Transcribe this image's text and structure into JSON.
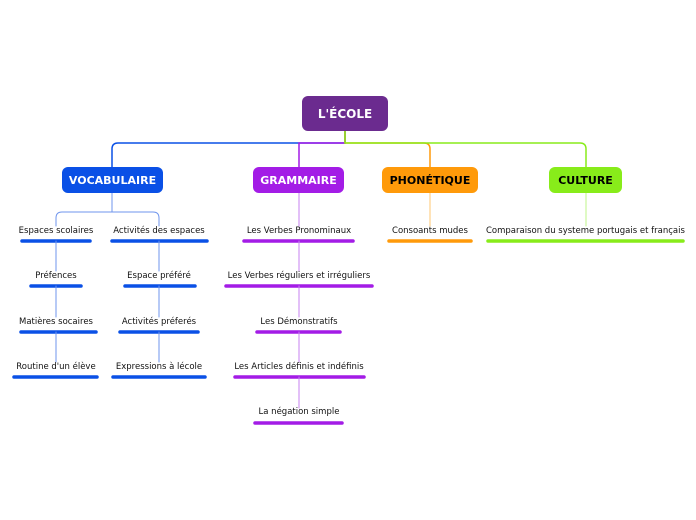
{
  "root": {
    "label": "L'ÉCOLE",
    "color": "#6b2b8f"
  },
  "branches": [
    {
      "label": "VOCABULAIRE",
      "color": "#0a50e6",
      "text_color": "#ffffff",
      "groups": [
        {
          "leaves": [
            "Espaces scolaires",
            "Préfences",
            "Matières socaires",
            "Routine d'un élève"
          ]
        },
        {
          "leaves": [
            "Activités des espaces",
            "Espace préféré",
            "Activités préferés",
            "Expressions à lécole"
          ]
        }
      ]
    },
    {
      "label": "GRAMMAIRE",
      "color": "#a31ce6",
      "text_color": "#ffffff",
      "groups": [
        {
          "leaves": [
            "Les Verbes Pronominaux",
            "Les  Verbes réguliers et irréguliers",
            "Les Démonstratifs",
            "Les Articles définis et indéfinis",
            "La négation simple"
          ]
        }
      ]
    },
    {
      "label": "PHONÉTIQUE",
      "color": "#ff9a0a",
      "text_color": "#000000",
      "groups": [
        {
          "leaves": [
            "Consoants mudes"
          ]
        }
      ]
    },
    {
      "label": "CULTURE",
      "color": "#88ec1a",
      "text_color": "#000000",
      "groups": [
        {
          "leaves": [
            "Comparaison du systeme portugais et français"
          ]
        }
      ]
    }
  ]
}
